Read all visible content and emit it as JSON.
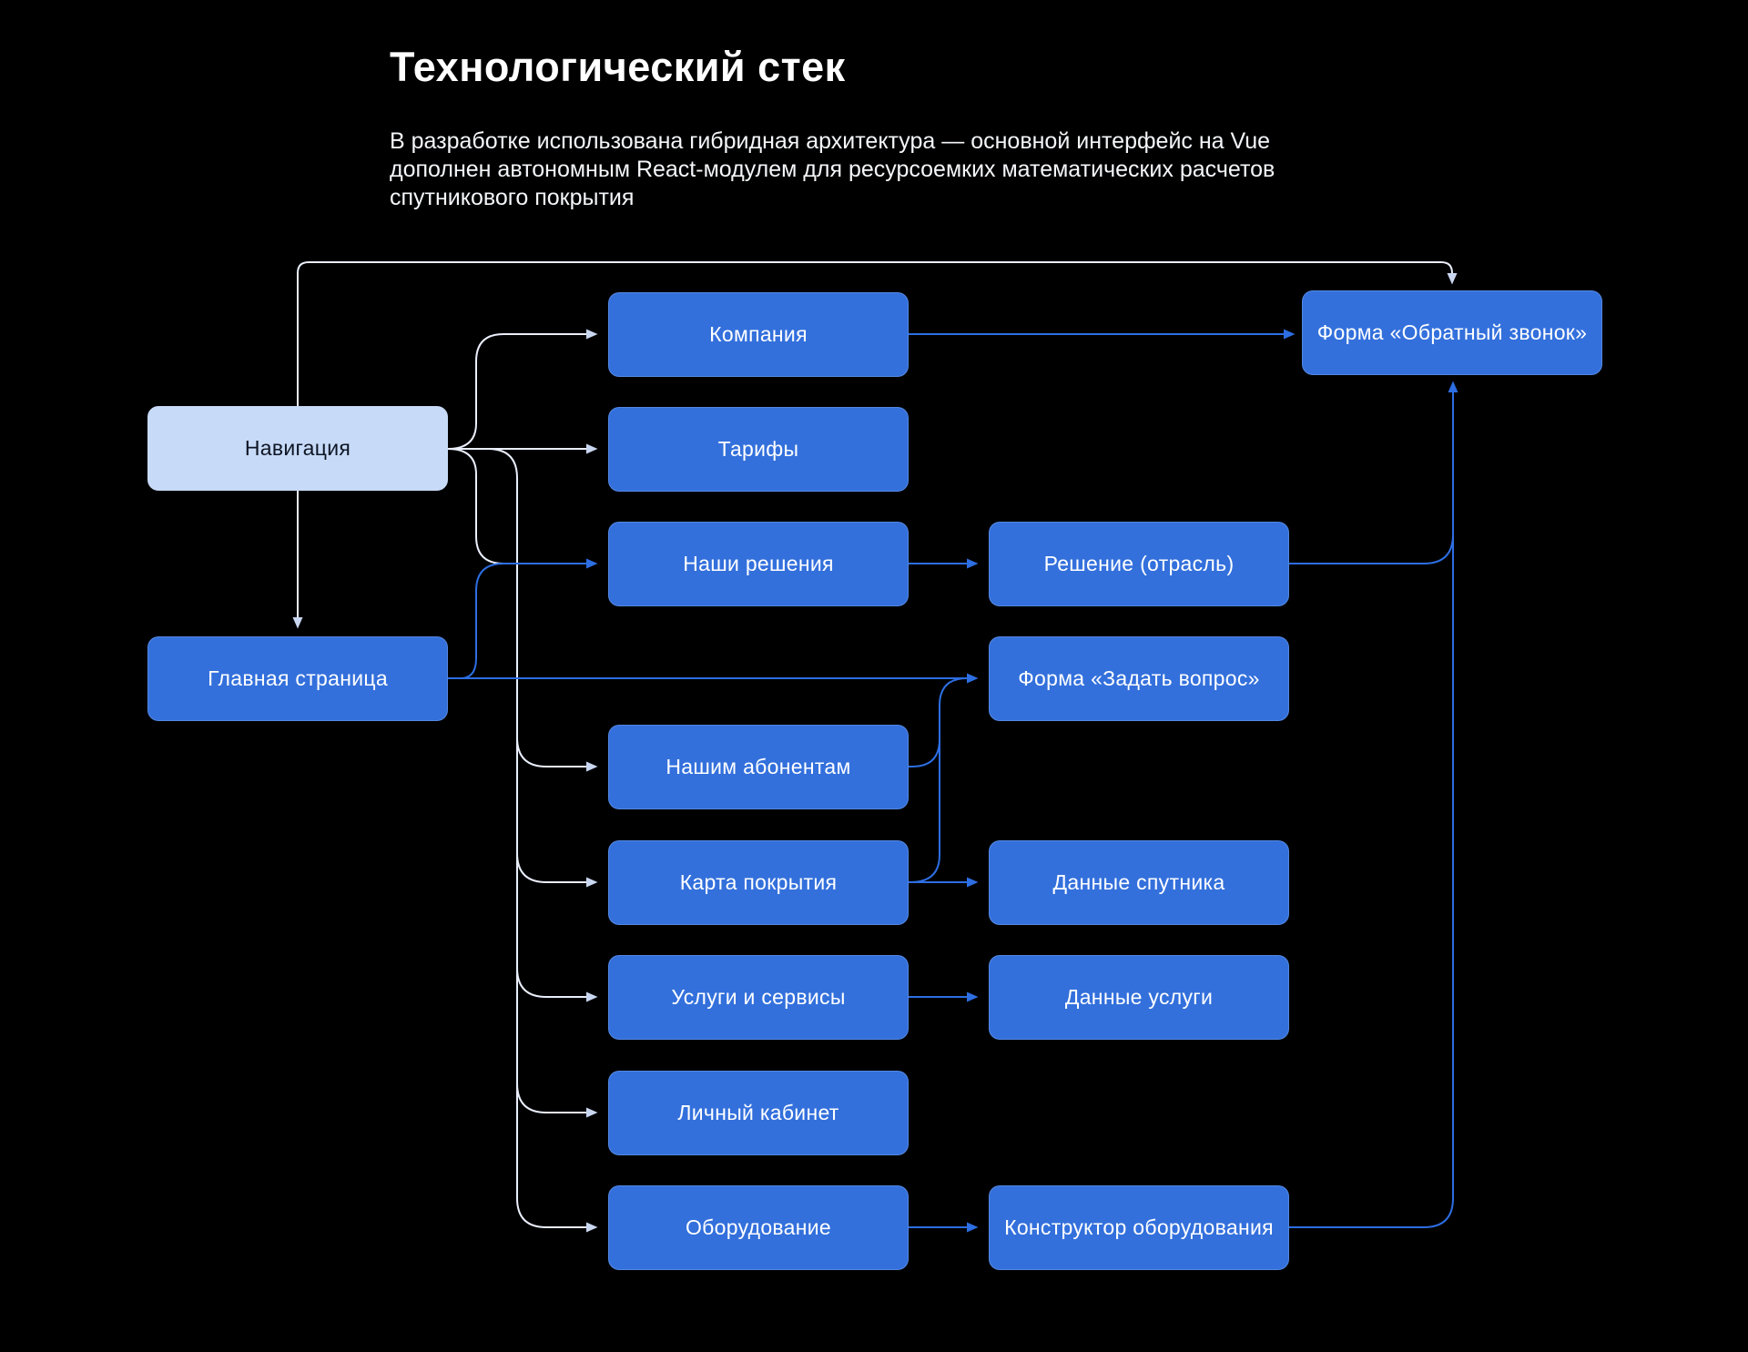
{
  "header": {
    "title": "Технологический стек",
    "description": "В разработке использована гибридная архитектура — основной интерфейс на Vue\nдополнен автономным React-модулем для ресурсоемких математических расчетов\nспутникового покрытия"
  },
  "colors": {
    "background": "#000000",
    "node_fill": "#3370DC",
    "node_highlight_fill": "#C7DAF7",
    "node_text": "#FFFFFF",
    "node_highlight_text": "#0E1524",
    "connector_blue": "#2D6EE2",
    "connector_light": "#E9EEFB"
  },
  "diagram": {
    "nodes": [
      {
        "id": "navigation",
        "label": "Навигация",
        "variant": "highlight"
      },
      {
        "id": "home",
        "label": "Главная страница",
        "variant": "blue"
      },
      {
        "id": "company",
        "label": "Компания",
        "variant": "blue"
      },
      {
        "id": "tariffs",
        "label": "Тарифы",
        "variant": "blue"
      },
      {
        "id": "solutions",
        "label": "Наши решения",
        "variant": "blue"
      },
      {
        "id": "subscribers",
        "label": "Нашим абонентам",
        "variant": "blue"
      },
      {
        "id": "coverage",
        "label": "Карта покрытия",
        "variant": "blue"
      },
      {
        "id": "services",
        "label": "Услуги и сервисы",
        "variant": "blue"
      },
      {
        "id": "account",
        "label": "Личный кабинет",
        "variant": "blue"
      },
      {
        "id": "equipment",
        "label": "Оборудование",
        "variant": "blue"
      },
      {
        "id": "industry",
        "label": "Решение (отрасль)",
        "variant": "blue"
      },
      {
        "id": "askform",
        "label": "Форма «Задать вопрос»",
        "variant": "blue"
      },
      {
        "id": "satellite",
        "label": "Данные спутника",
        "variant": "blue"
      },
      {
        "id": "servicedata",
        "label": "Данные услуги",
        "variant": "blue"
      },
      {
        "id": "constructor",
        "label": "Конструктор оборудования",
        "variant": "blue"
      },
      {
        "id": "callback",
        "label": "Форма «Обратный звонок»",
        "variant": "blue"
      }
    ],
    "edges": [
      {
        "from": "Навигация",
        "to": "Форма «Обратный звонок»",
        "color": "light"
      },
      {
        "from": "Навигация",
        "to": "Главная страница",
        "color": "light"
      },
      {
        "from": "Навигация",
        "to": "Компания",
        "color": "light"
      },
      {
        "from": "Навигация",
        "to": "Тарифы",
        "color": "light"
      },
      {
        "from": "Навигация",
        "to": "Наши решения",
        "color": "light"
      },
      {
        "from": "Навигация",
        "to": "Нашим абонентам",
        "color": "light"
      },
      {
        "from": "Навигация",
        "to": "Карта покрытия",
        "color": "light"
      },
      {
        "from": "Навигация",
        "to": "Услуги и сервисы",
        "color": "light"
      },
      {
        "from": "Навигация",
        "to": "Личный кабинет",
        "color": "light"
      },
      {
        "from": "Навигация",
        "to": "Оборудование",
        "color": "light"
      },
      {
        "from": "Главная страница",
        "to": "Форма «Задать вопрос»",
        "color": "blue"
      },
      {
        "from": "Главная страница",
        "to": "Наши решения",
        "color": "blue"
      },
      {
        "from": "Компания",
        "to": "Форма «Обратный звонок»",
        "color": "blue"
      },
      {
        "from": "Наши решения",
        "to": "Решение (отрасль)",
        "color": "blue"
      },
      {
        "from": "Решение (отрасль)",
        "to": "Форма «Обратный звонок»",
        "color": "blue"
      },
      {
        "from": "Нашим абонентам",
        "to": "Форма «Задать вопрос»",
        "color": "blue"
      },
      {
        "from": "Карта покрытия",
        "to": "Форма «Задать вопрос»",
        "color": "blue"
      },
      {
        "from": "Карта покрытия",
        "to": "Данные спутника",
        "color": "blue"
      },
      {
        "from": "Услуги и сервисы",
        "to": "Данные услуги",
        "color": "blue"
      },
      {
        "from": "Оборудование",
        "to": "Конструктор оборудования",
        "color": "blue"
      },
      {
        "from": "Конструктор оборудования",
        "to": "Форма «Обратный звонок»",
        "color": "blue"
      }
    ]
  }
}
